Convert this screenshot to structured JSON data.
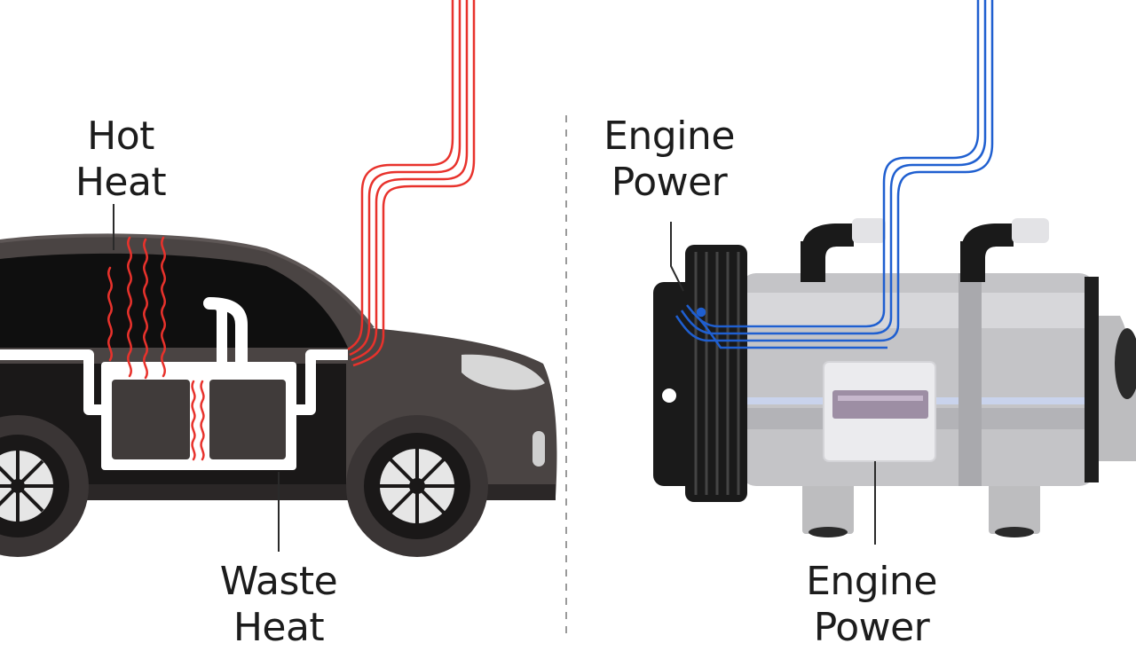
{
  "labels": {
    "hot_heat": [
      "Hot",
      "Heat"
    ],
    "waste_heat": [
      "Waste",
      "Heat"
    ],
    "engine_power_top": [
      "Engine",
      "Power"
    ],
    "engine_power_bottom": [
      "Engine",
      "Power"
    ]
  },
  "colors": {
    "background": "#ffffff",
    "car_body": "#4a4443",
    "car_cabin": "#0f0f0f",
    "heat_red": "#e8322c",
    "power_blue": "#1f5fd0",
    "compressor_silver": "#c4c4c7",
    "pulley_black": "#1a1a1a",
    "divider": "#9a9a9a"
  }
}
